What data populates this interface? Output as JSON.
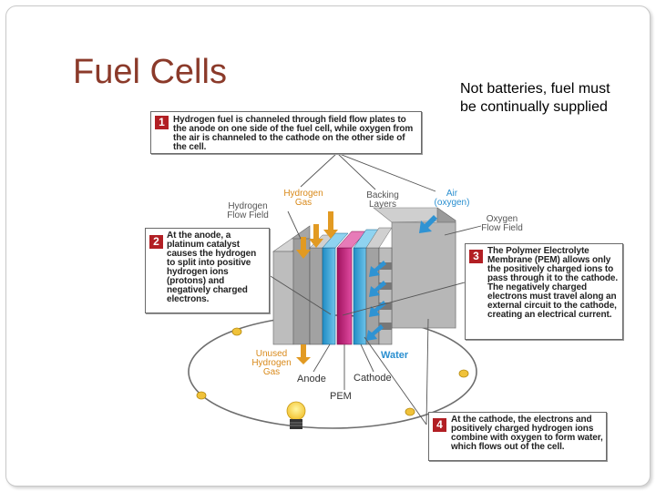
{
  "slide": {
    "title": "Fuel Cells",
    "note": "Not batteries, fuel must be continually supplied"
  },
  "diagram": {
    "callouts": [
      {
        "number": "1",
        "text": "Hydrogen fuel is channeled through field flow plates to the anode on one side of the fuel cell, while oxygen from the air is channeled to the cathode on the other side of the cell."
      },
      {
        "number": "2",
        "text": "At the anode, a platinum catalyst causes the hydrogen to split into positive hydrogen ions (protons) and negatively charged electrons."
      },
      {
        "number": "3",
        "text": "The Polymer Electrolyte Membrane (PEM) allows only the positively charged ions to pass through it to the cathode. The negatively charged electrons must travel along an external circuit to the cathode, creating an electrical current."
      },
      {
        "number": "4",
        "text": "At the cathode, the electrons and positively charged hydrogen ions combine with oxygen to form water, which flows out of the cell."
      }
    ],
    "labels": {
      "hydrogen_gas": "Hydrogen\nGas",
      "backing_layers": "Backing\nLayers",
      "air_oxygen": "Air\n(oxygen)",
      "hydrogen_flow_field": "Hydrogen\nFlow Field",
      "oxygen_flow_field": "Oxygen\nFlow Field",
      "unused_hydrogen_gas": "Unused\nHydrogen\nGas",
      "water": "Water",
      "anode": "Anode",
      "cathode": "Cathode",
      "pem": "PEM"
    },
    "colors": {
      "callout_number_bg": "#b21f24",
      "hydrogen_orange": "#d98a1b",
      "air_blue": "#2a8fd0",
      "membrane_magenta": "#c2257e",
      "backing_cyan": "#3aa6d8"
    }
  }
}
